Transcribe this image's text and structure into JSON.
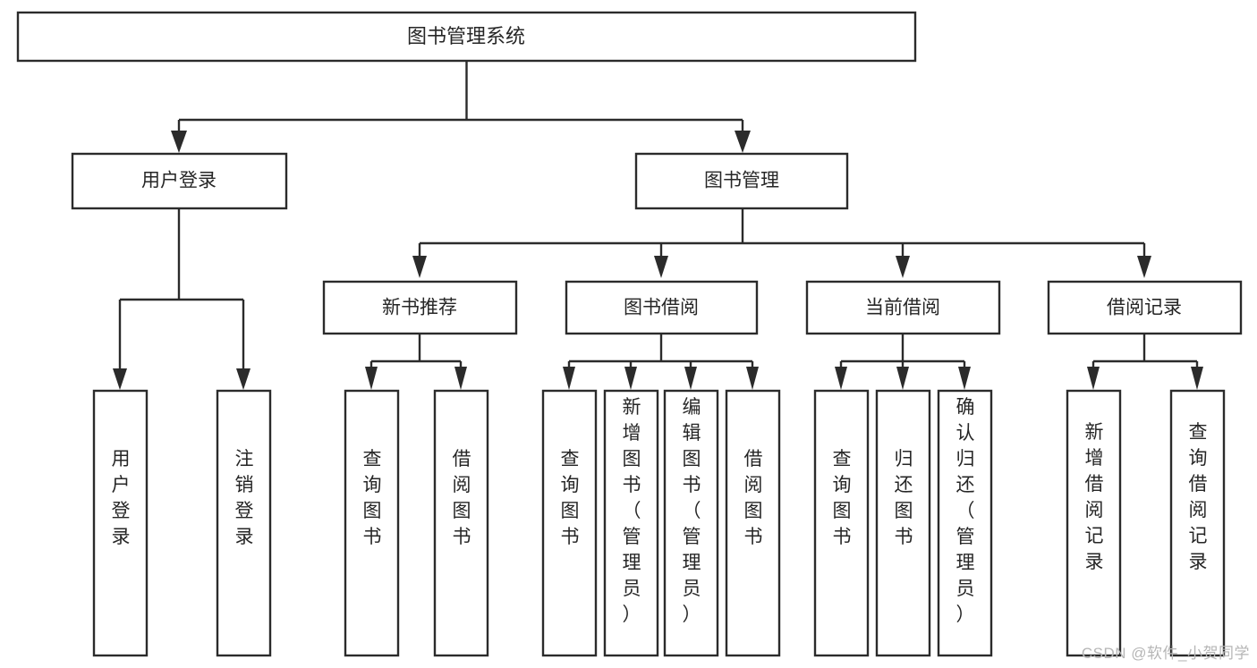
{
  "diagram": {
    "type": "tree-hierarchy-chart",
    "title": "图书管理系统",
    "watermark": "CSDN @软件_小贺同学",
    "colors": {
      "background": "#ffffff",
      "box_stroke": "#2b2b2b",
      "box_fill": "#ffffff",
      "text": "#262626",
      "connector": "#2b2b2b",
      "watermark": "#b6b6b6"
    },
    "levels": {
      "level1": [
        "图书管理系统"
      ],
      "level2": [
        "用户登录",
        "图书管理"
      ],
      "level3": [
        "新书推荐",
        "图书借阅",
        "当前借阅",
        "借阅记录"
      ],
      "level4": [
        "用户登录",
        "注销登录",
        "查询图书",
        "借阅图书",
        "查询图书",
        "新增图书（管理员）",
        "编辑图书（管理员）",
        "借阅图书",
        "查询图书",
        "归还图书",
        "确认归还（管理员）",
        "新增借阅记录",
        "查询借阅记录"
      ]
    },
    "nodes": {
      "root": {
        "label": "图书管理系统"
      },
      "user_login": {
        "label": "用户登录"
      },
      "book_manage": {
        "label": "图书管理"
      },
      "new_book_rec": {
        "label": "新书推荐"
      },
      "book_borrow": {
        "label": "图书借阅"
      },
      "current_borrow": {
        "label": "当前借阅"
      },
      "borrow_record": {
        "label": "借阅记录"
      },
      "leaf_user_login": {
        "label": "用户登录"
      },
      "leaf_user_logout": {
        "label": "注销登录"
      },
      "leaf_query_book_a": {
        "label": "查询图书"
      },
      "leaf_borrow_book_a": {
        "label": "借阅图书"
      },
      "leaf_query_book_b": {
        "label": "查询图书"
      },
      "leaf_add_book": {
        "label": "新增图书（管理员）"
      },
      "leaf_edit_book": {
        "label": "编辑图书（管理员）"
      },
      "leaf_borrow_book_b": {
        "label": "借阅图书"
      },
      "leaf_query_book_c": {
        "label": "查询图书"
      },
      "leaf_return_book": {
        "label": "归还图书"
      },
      "leaf_confirm_return": {
        "label": "确认归还（管理员）"
      },
      "leaf_add_record": {
        "label": "新增借阅记录"
      },
      "leaf_query_record": {
        "label": "查询借阅记录"
      }
    }
  }
}
